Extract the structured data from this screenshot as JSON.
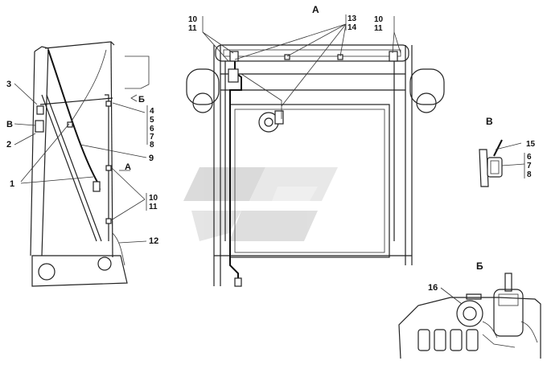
{
  "labels": {
    "view_a_title": "А",
    "view_v_title": "В",
    "view_b_title": "Б",
    "side_b": "Б",
    "side_v": "В",
    "side_a_arrow": "А",
    "n1": "1",
    "n2": "2",
    "n3": "3",
    "n9": "9",
    "n12": "12",
    "side_group_4_8": [
      "4",
      "5",
      "6",
      "7",
      "8"
    ],
    "side_group_10_11": [
      "10",
      "11"
    ],
    "a_group_left": [
      "10",
      "11"
    ],
    "a_group_mid": [
      "13",
      "14"
    ],
    "a_group_right": [
      "10",
      "11"
    ],
    "v_n15": "15",
    "v_group": [
      "6",
      "7",
      "8"
    ],
    "b_n16": "16"
  },
  "colors": {
    "line": "#222222",
    "watermark": "#c8c8c8"
  }
}
